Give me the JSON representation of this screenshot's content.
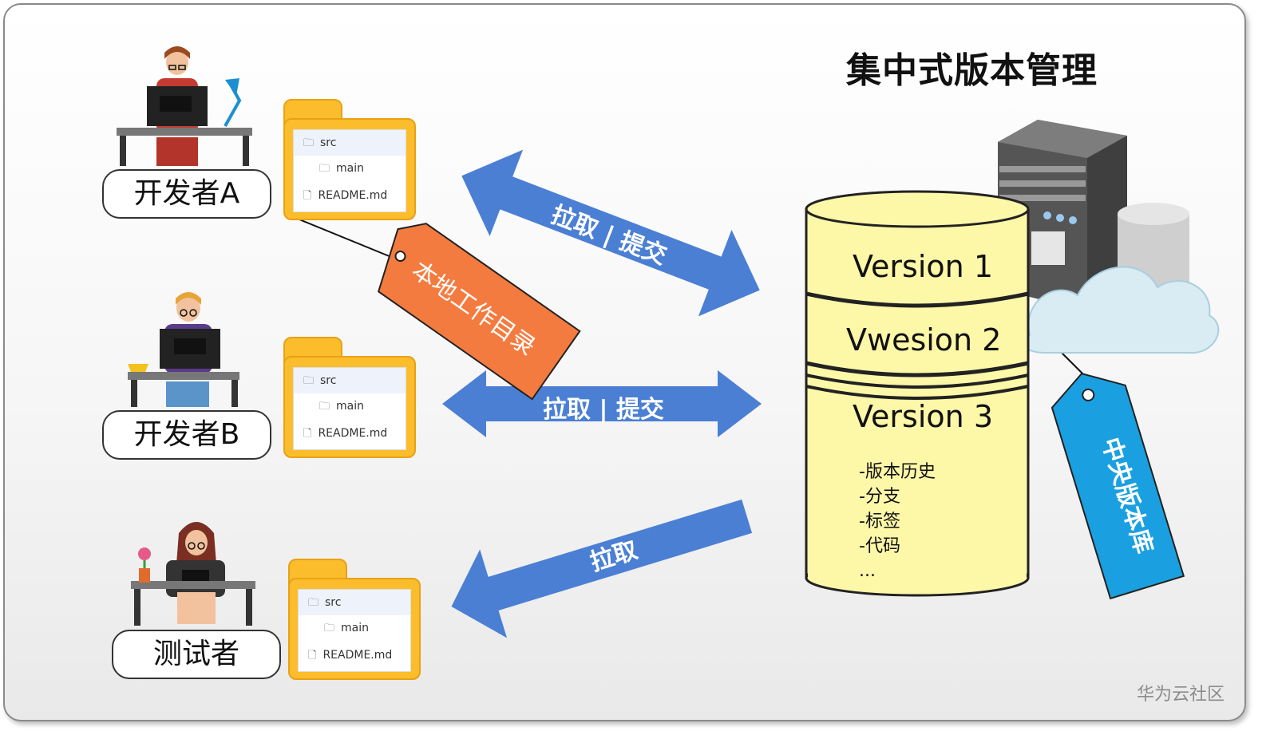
{
  "title": "集中式版本管理",
  "watermark": "华为云社区",
  "people": [
    {
      "label": "开发者A"
    },
    {
      "label": "开发者B"
    },
    {
      "label": "测试者"
    }
  ],
  "folder": {
    "items": [
      "src",
      "main",
      "README.md"
    ]
  },
  "arrows": [
    {
      "label": "拉取 | 提交"
    },
    {
      "label": "拉取 | 提交"
    },
    {
      "label": "拉取"
    }
  ],
  "local_tag": "本地工作目录",
  "central_tag": "中央版本库",
  "repository": {
    "versions": [
      "Version 1",
      "Vwesion 2",
      "Version 3"
    ],
    "details": [
      "-版本历史",
      "-分支",
      "-标签",
      "-代码",
      "..."
    ]
  },
  "colors": {
    "arrow": "#4a7fd4",
    "folder": "#fbbd2b",
    "repo": "#fdf7a8",
    "local_tag": "#f47b3f",
    "central_tag": "#1aa0e0"
  }
}
